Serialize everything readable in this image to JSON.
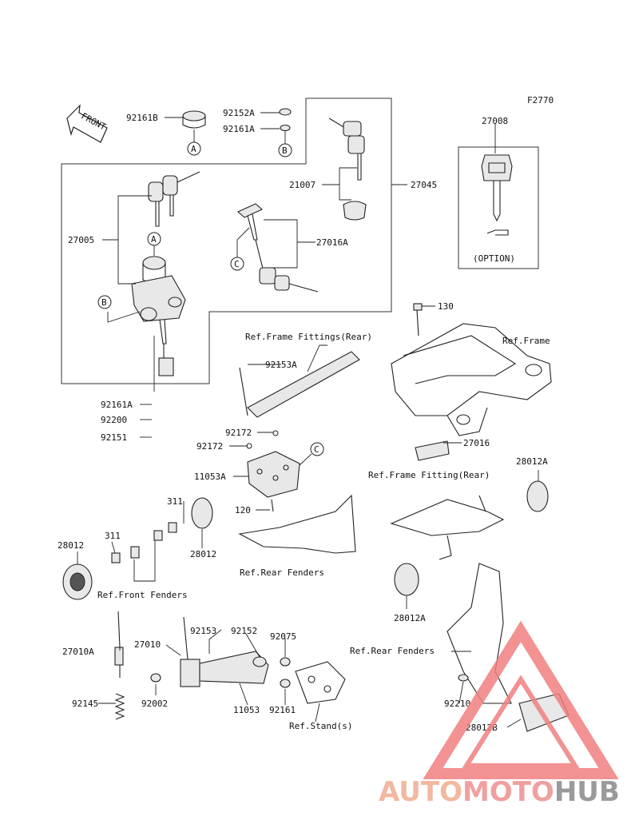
{
  "figure_code": "F2770",
  "front_label": "FRONT",
  "option_label": "(OPTION)",
  "part_numbers": {
    "p92161B": "92161B",
    "p92152A": "92152A",
    "p92161A_top": "92161A",
    "p21007": "21007",
    "p27045": "27045",
    "p27008": "27008",
    "p27005": "27005",
    "p27016A": "27016A",
    "p130": "130",
    "p92153A": "92153A",
    "p92161A_low": "92161A",
    "p92200": "92200",
    "p92151": "92151",
    "p92172_a": "92172",
    "p92172_b": "92172",
    "p11053A": "11053A",
    "p27016": "27016",
    "p28012A_top": "28012A",
    "p311_a": "311",
    "p311_b": "311",
    "p28012_right": "28012",
    "p28012_left": "28012",
    "p120": "120",
    "p28012A_bottom": "28012A",
    "p27010A": "27010A",
    "p27010": "27010",
    "p92153": "92153",
    "p92152": "92152",
    "p92075": "92075",
    "p92145": "92145",
    "p92002": "92002",
    "p11053": "11053",
    "p92161": "92161",
    "p92210": "92210",
    "p28012B": "28012B"
  },
  "refs": {
    "frame_fittings_rear": "Ref.Frame Fittings(Rear)",
    "frame": "Ref.Frame",
    "frame_fitting_rear": "Ref.Frame Fitting(Rear)",
    "rear_fenders_center": "Ref.Rear Fenders",
    "front_fenders": "Ref.Front Fenders",
    "rear_fenders_right": "Ref.Rear Fenders",
    "stands": "Ref.Stand(s)"
  },
  "callouts": {
    "A1": "A",
    "B1": "B",
    "A2": "A",
    "B2": "B",
    "C1": "C",
    "C2": "C"
  },
  "watermark": {
    "part1": "AUTO",
    "part2": "MOTO",
    "part3": "HUB",
    "color1": "#f2b8a0",
    "color2": "#f0a0a0",
    "color3": "#9a9a9a",
    "triangle_color": "#f08080"
  }
}
